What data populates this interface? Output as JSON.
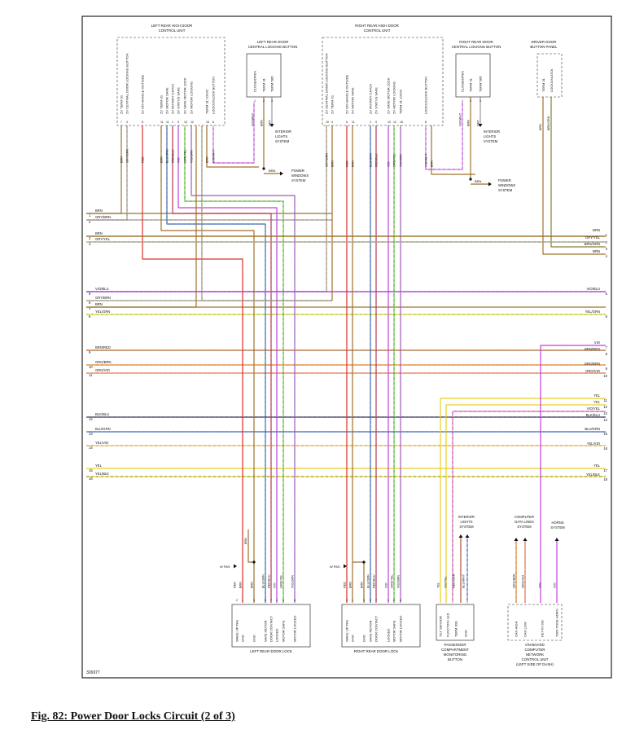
{
  "caption": "Fig. 82: Power Door Locks Circuit (2 of 3)",
  "figure_number": "326977",
  "left_unit": {
    "title": [
      "LEFT REAR HIGH DOOR",
      "CONTROL UNIT"
    ],
    "pins": [
      {
        "num": "7",
        "label": "ZV TERM 31"
      },
      {
        "num": "4",
        "label": "ZV CENTRAL DOOR LOCKING BUTTON"
      },
      {
        "num": "6",
        "label": "ZV DR HANDLE OUTSIDE"
      },
      {
        "num": "11",
        "label": "ZV TERM 31"
      },
      {
        "num": "11",
        "label": "ZV MOTOR SAFE"
      },
      {
        "num": "1",
        "label": "ZV ROTARY CATCH"
      },
      {
        "num": "9",
        "label": "ZV STATUS SAFE"
      },
      {
        "num": "10",
        "label": "ZV SAFE MOTOR LOCK"
      },
      {
        "num": "12",
        "label": "ZV MOTOR LOCKING"
      },
      {
        "num": "16",
        "label": "TERM 31 LOGIC"
      },
      {
        "num": "8",
        "label": "LOCK/UNLOCK BUTTON"
      }
    ],
    "wires": [
      "BRN",
      "GRY/BRN",
      "RED",
      "BRN",
      "BLU/GRN",
      "RED/BLU",
      "VIO",
      "GRN/YEL",
      "VIO/GRN",
      "BRN",
      "VIO/WHT"
    ]
  },
  "right_unit": {
    "title": [
      "RIGHT REAR HIGH DOOR",
      "CONTROL UNIT"
    ],
    "pins": [
      {
        "num": "10",
        "label": "ZV CENTRAL DOOR LOCKING BUTTON"
      },
      {
        "num": "4",
        "label": "ZV TERM 31"
      },
      {
        "num": "6",
        "label": "ZV DR HANDLE OUTSIDE"
      },
      {
        "num": "11",
        "label": "ZV MOTOR SAFE"
      },
      {
        "num": "1",
        "label": "ZV ROTARY CATCH"
      },
      {
        "num": "9",
        "label": "ZV STATUS SAFE"
      },
      {
        "num": "10",
        "label": "ZV SAFE MOTOR LOCK"
      },
      {
        "num": "12",
        "label": "ZV MOTOR LOCKING"
      },
      {
        "num": "16",
        "label": "TERM 31 LOGIC"
      },
      {
        "num": "8",
        "label": "LOCK/UNLOCK BUTTON"
      }
    ],
    "wires": [
      "GRY/BRN",
      "BRN",
      "RED",
      "BRN",
      "BLU/GRN",
      "RED/BLU",
      "VIO",
      "GRN/YEL",
      "VIO/GRN",
      "VIO/WHT",
      "BRN"
    ]
  },
  "left_button": {
    "title": [
      "LEFT REAR DOOR",
      "CENTRAL LOCKING BUTTON"
    ],
    "labels": [
      "CLOSE/OPEN",
      "TERM 31",
      "TERM 58D"
    ],
    "pins": [
      "1",
      "2",
      "3"
    ],
    "wires": [
      "VIO/WHT",
      "BRN",
      "GRY"
    ],
    "interior": [
      "INTERIOR",
      "LIGHTS",
      "SYSTEM"
    ],
    "power": [
      "POWER",
      "WINDOWS",
      "SYSTEM"
    ],
    "power_wire": "BRN"
  },
  "right_button": {
    "title": [
      "RIGHT REAR DOOR",
      "CENTRAL LOCKING BUTTON"
    ],
    "labels": [
      "CLOSE/OPEN",
      "TERM 31",
      "TERM 58D"
    ],
    "pins": [
      "1",
      "2",
      "3"
    ],
    "wires": [
      "VIO/WHT",
      "BRN",
      "GRY"
    ],
    "interior": [
      "INTERIOR",
      "LIGHTS",
      "SYSTEM"
    ],
    "power": [
      "POWER",
      "WINDOWS",
      "SYSTEM"
    ],
    "power_wire": "BRN"
  },
  "driver_panel": {
    "title": [
      "DRIVER DOOR",
      "BUTTON PANEL"
    ],
    "labels": [
      "TERM 31",
      "LOCK/UNLOCK"
    ],
    "wires": [
      "BRN",
      "BRN/GRN"
    ]
  },
  "buses": {
    "left": [
      {
        "n": "1",
        "label": "BRN"
      },
      {
        "n": "2",
        "label": "GRY/BRN"
      },
      {
        "n": "3",
        "label": "BRN"
      },
      {
        "n": "4",
        "label": "GRY/YEL"
      },
      {
        "n": "5",
        "label": "VIO/BLU"
      },
      {
        "n": "6",
        "label": "GRY/BRN"
      },
      {
        "n": "7",
        "label": "BRN"
      },
      {
        "n": "8",
        "label": "YEL/GRN"
      },
      {
        "n": "9",
        "label": "BRN/RED"
      },
      {
        "n": "10",
        "label": "ORG/BRN"
      },
      {
        "n": "11",
        "label": "ORG/VIO"
      },
      {
        "n": "12",
        "label": "BLK/BLU"
      },
      {
        "n": "13",
        "label": "BLU/GRN"
      },
      {
        "n": "14",
        "label": "YEL/VIO"
      },
      {
        "n": "15",
        "label": "YEL"
      },
      {
        "n": "16",
        "label": "YEL/BLK"
      }
    ],
    "right": [
      {
        "n": "1",
        "label": "BRN"
      },
      {
        "n": "2",
        "label": "GRY/YEL"
      },
      {
        "n": "3",
        "label": "BRN/GRN"
      },
      {
        "n": "4",
        "label": "BRN"
      },
      {
        "n": "5",
        "label": "VIO/BLU"
      },
      {
        "n": "6",
        "label": "YEL/GRN"
      },
      {
        "n": "7",
        "label": "VIO"
      },
      {
        "n": "8",
        "label": "BRN/RED"
      },
      {
        "n": "9",
        "label": "ORG/BRN"
      },
      {
        "n": "10",
        "label": "ORG/VIO"
      },
      {
        "n": "11",
        "label": "YEL"
      },
      {
        "n": "12",
        "label": "YEL"
      },
      {
        "n": "13",
        "label": "VIO/YEL"
      },
      {
        "n": "14",
        "label": "BLK/BLU"
      },
      {
        "n": "15",
        "label": "BLU/GRN"
      },
      {
        "n": "16",
        "label": "YEL/VIO"
      },
      {
        "n": "17",
        "label": "YEL"
      },
      {
        "n": "18",
        "label": "YEL/BLK"
      }
    ]
  },
  "left_lock": {
    "title": "LEFT REAR DOOR LOCK",
    "pins": [
      "2",
      "1",
      "3",
      "5",
      "7",
      "4",
      "6",
      "8"
    ],
    "labels": [
      "WAKE UP PAS",
      "GND",
      "GND",
      "SAFE MOTOR",
      "DOOR CONTACT",
      "LOCKED",
      "MOTOR SAFE",
      "MOTOR LOCKED"
    ],
    "wires": [
      "RED",
      "BRN",
      "BRN",
      "BLU/GRN",
      "RED/BLU",
      "VIO",
      "GRN/YEL",
      "VIO/GRN"
    ],
    "wpas": "W PAS"
  },
  "right_lock": {
    "title": "RIGHT REAR DOOR LOCK",
    "pins": [
      "2",
      "1",
      "3",
      "5",
      "7",
      "4",
      "6",
      "8"
    ],
    "labels": [
      "WAKE UP PAS",
      "GND",
      "GND",
      "SAFE MOTOR",
      "DOOR CONTACT",
      "LOCKED",
      "MOTOR SAFE",
      "MOTOR LOCKED"
    ],
    "wires": [
      "RED",
      "BRN",
      "BRN",
      "BLU/GRN",
      "RED/BLU",
      "VIO",
      "GRN/YEL",
      "VIO/GRN"
    ],
    "wpas": "W PAS"
  },
  "pcm": {
    "title": [
      "PASSENGER",
      "COMPARTMENT",
      "MONITORING",
      "BUTTON"
    ],
    "labels": [
      "TILT SENSOR",
      "FUNCTION LED",
      "TERM 30G",
      "GND"
    ],
    "wires": [
      "YEL",
      "VIO/YEL",
      "RED/GRN",
      "BLU/WHT"
    ],
    "interior": [
      "INTERIOR",
      "LIGHTS",
      "SYSTEM"
    ]
  },
  "network": {
    "title": [
      "ON-BOARD",
      "COMPUTER",
      "NETWORK",
      "CONTROL UNIT",
      "(LEFT SIDE OF DASH)"
    ],
    "labels": [
      "CAN HIGH",
      "CAN LOW",
      "KEY-IN SIG",
      "TWO-TONE HORN"
    ],
    "wires": [
      "ORG/BRN",
      "ORG/VIO",
      "VIO",
      "VIO"
    ],
    "computer": [
      "COMPUTER",
      "DATA LINES",
      "SYSTEM"
    ],
    "horns": [
      "HORNS",
      "SYSTEM"
    ]
  },
  "colors": {
    "BRN": "#a0702a",
    "GRY": "#9a9a9a",
    "RED": "#e0302a",
    "VIO": "#c040e0",
    "BLU": "#4050d0",
    "GRN": "#30b040",
    "YEL": "#e8d020",
    "ORG": "#f08020",
    "BLK": "#303030",
    "WHT": "#dddddd"
  }
}
